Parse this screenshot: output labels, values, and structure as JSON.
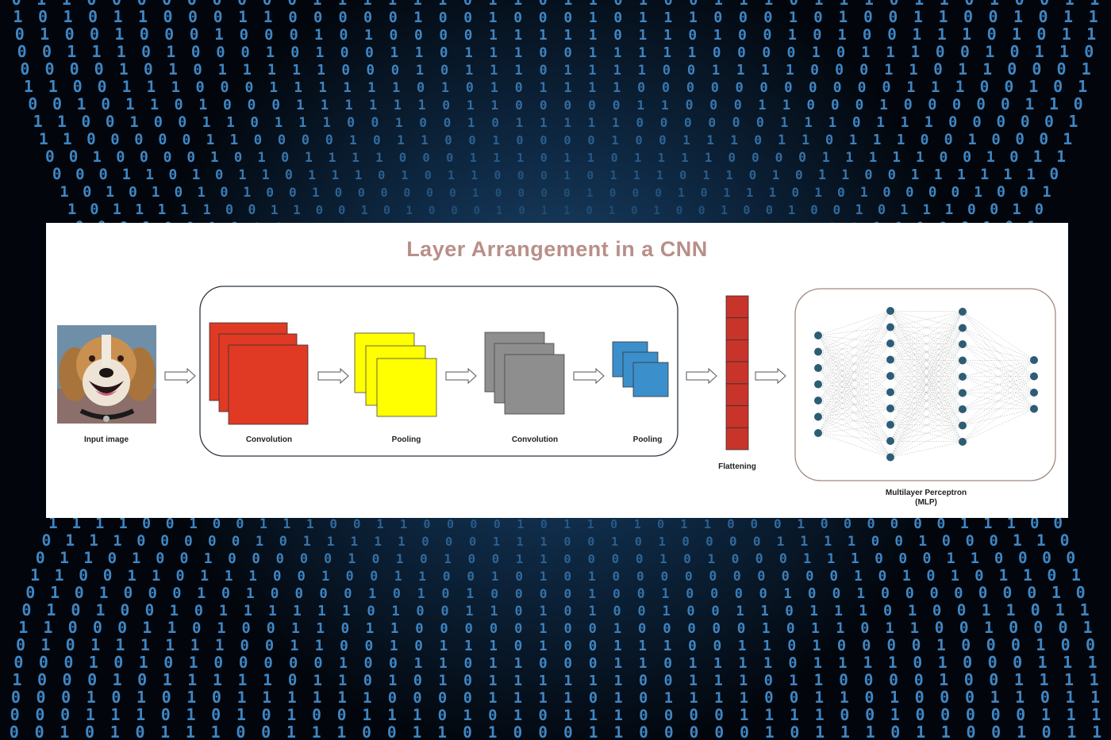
{
  "title": "Layer Arrangement in a CNN",
  "labels": {
    "input": "Input image",
    "conv1": "Convolution",
    "pool1": "Pooling",
    "conv2": "Convolution",
    "pool2": "Pooling",
    "flatten": "Flattening",
    "mlp_line1": "Multilayer Perceptron",
    "mlp_line2": "(MLP)"
  },
  "colors": {
    "title": "#b98f89",
    "conv1": "#e03a24",
    "pool1": "#ffff00",
    "conv2": "#8e8e8e",
    "pool2": "#3b8fcb",
    "flatten": "#c9342a",
    "neuron": "#2d5d76",
    "background_digits": "#3f86c4"
  },
  "mlp": {
    "layer_sizes": [
      7,
      10,
      9,
      4
    ]
  },
  "flatten_cells": 7,
  "background": {
    "style": "binary-digit-tunnel",
    "icon": "binary-code-background"
  }
}
